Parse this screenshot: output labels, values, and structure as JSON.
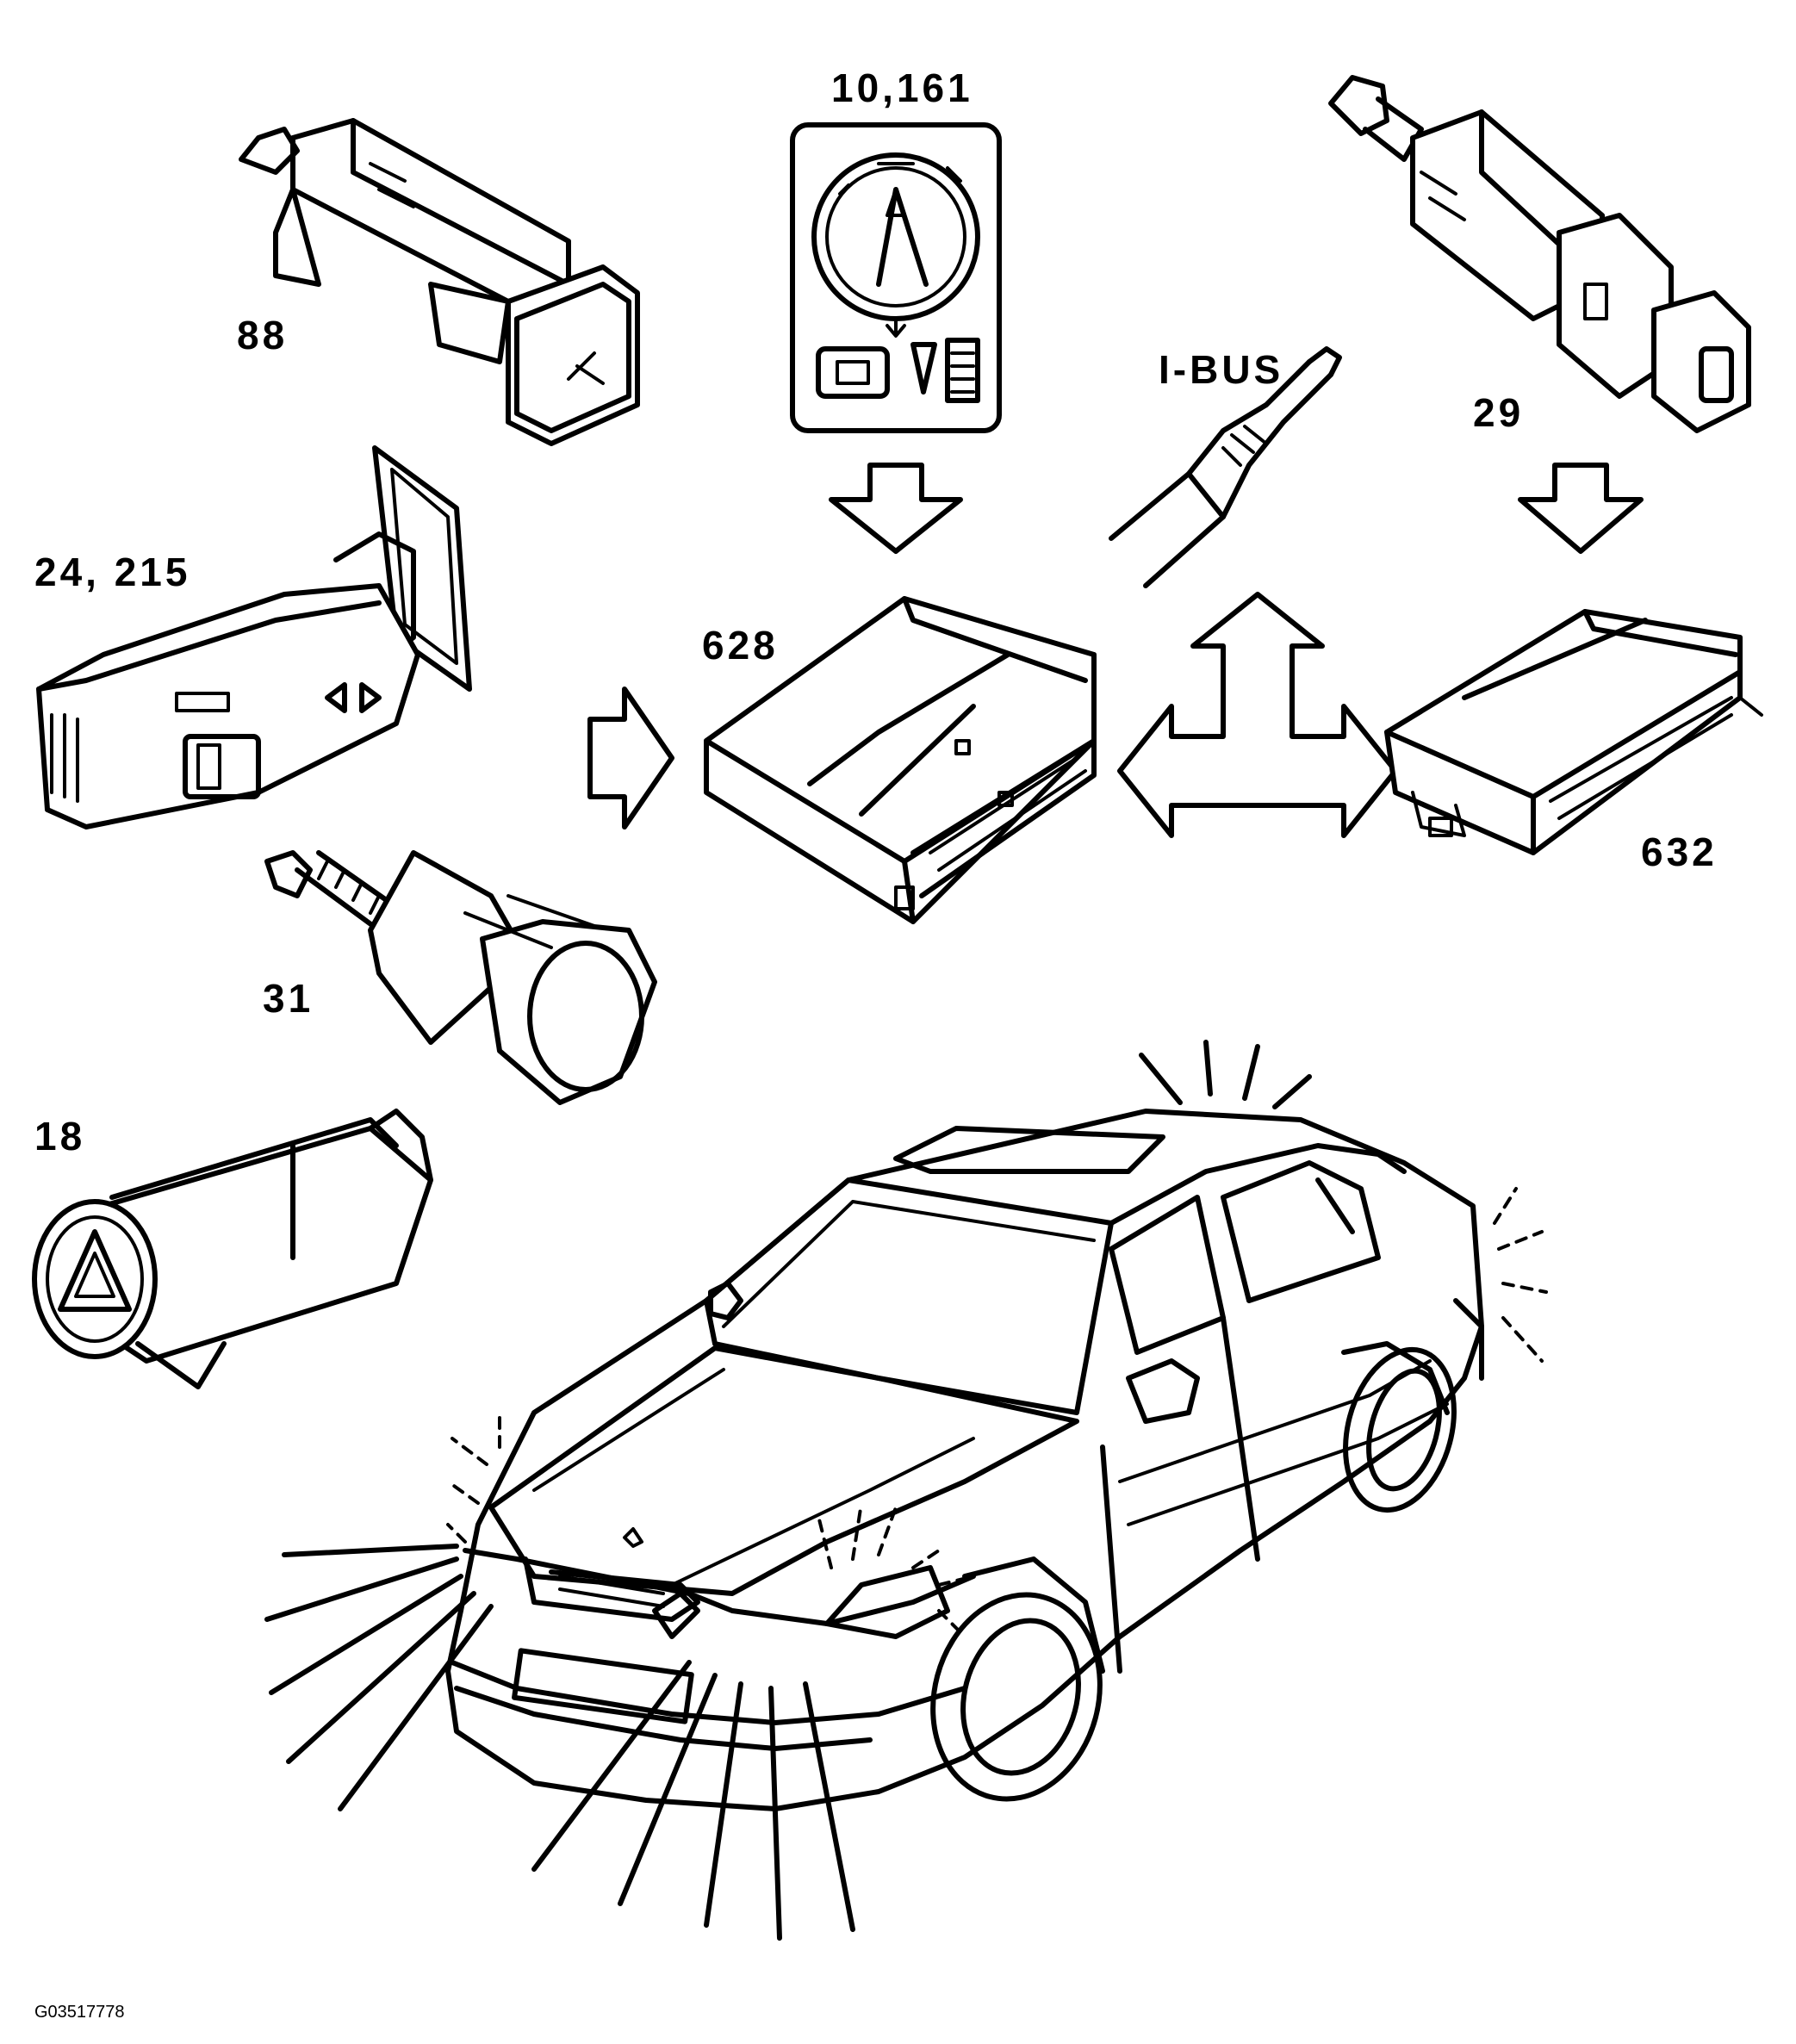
{
  "labels": {
    "dimmer_switch": "10,161",
    "foglight_switch": "88",
    "i_bus": "I-BUS",
    "brake_switch": "29",
    "turn_signal_stalk": "24, 215",
    "central_module": "628",
    "right_module": "632",
    "reverse_switch": "31",
    "hazard_switch": "18"
  },
  "figure_code": "G03517778"
}
